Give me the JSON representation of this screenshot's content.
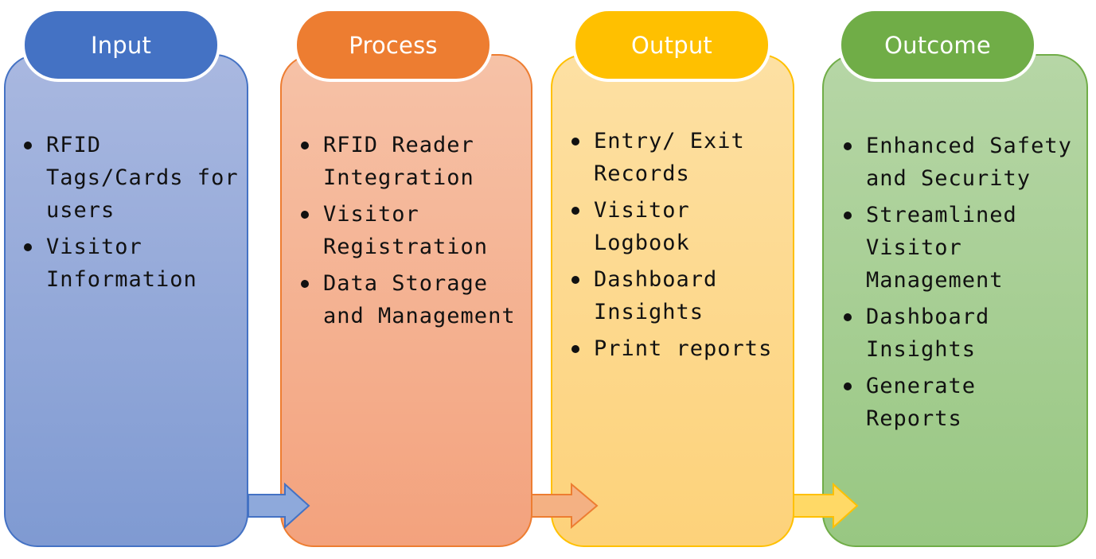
{
  "diagram": {
    "columns": [
      {
        "title": "Input",
        "color": "#4472c4",
        "items": [
          "RFID Tags/Cards for users",
          "Visitor Information"
        ]
      },
      {
        "title": "Process",
        "color": "#ed7d31",
        "items": [
          "RFID Reader Integration",
          "Visitor Registration",
          "Data Storage and Management"
        ]
      },
      {
        "title": "Output",
        "color": "#ffc000",
        "items": [
          "Entry/ Exit Records",
          "Visitor Logbook",
          "Dashboard Insights",
          "Print reports"
        ]
      },
      {
        "title": "Outcome",
        "color": "#70ad47",
        "items": [
          "Enhanced Safety and Security",
          "Streamlined Visitor Management",
          "Dashboard Insights",
          "Generate Reports"
        ]
      }
    ],
    "arrow_colors": [
      "#8ea9db",
      "#f4b183",
      "#ffd966"
    ]
  }
}
